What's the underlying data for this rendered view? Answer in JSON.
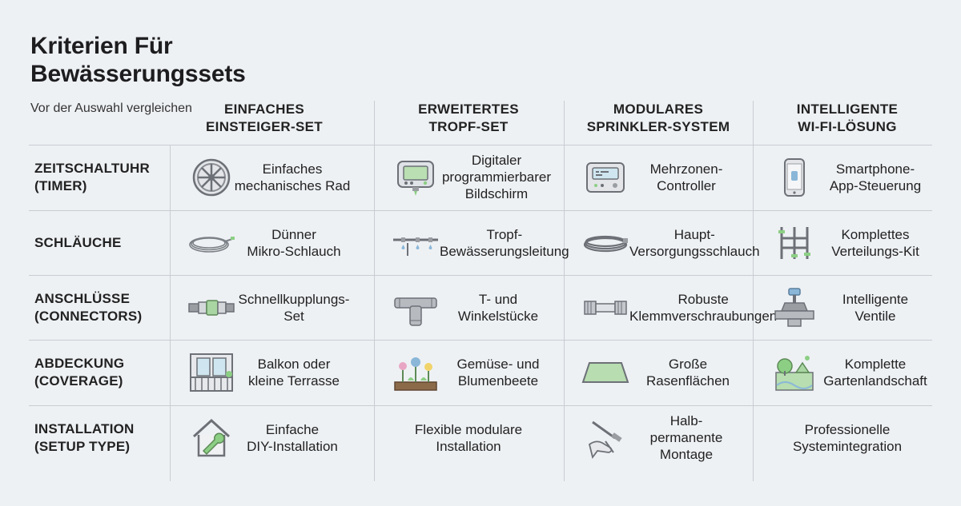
{
  "title": [
    "Kriterien Für",
    "Bewässerungssets"
  ],
  "subtitle": "Vor der Auswahl vergleichen",
  "columns": [
    {
      "lines": [
        "EINFACHES",
        "EINSTEIGER-SET"
      ]
    },
    {
      "lines": [
        "ERWEITERTES",
        "TROPF-SET"
      ]
    },
    {
      "lines": [
        "MODULARES",
        "SPRINKLER-SYSTEM"
      ]
    },
    {
      "lines": [
        "INTELLIGENTE",
        "WI-FI-LÖSUNG"
      ]
    }
  ],
  "rows": [
    {
      "label": [
        "ZEITSCHALTUHR",
        "(TIMER)"
      ],
      "cells": [
        {
          "icon": "mechanical-wheel-icon",
          "lines": [
            "Einfaches",
            "mechanisches Rad"
          ]
        },
        {
          "icon": "digital-timer-icon",
          "lines": [
            "Digitaler",
            "programmierbarer",
            "Bildschirm"
          ]
        },
        {
          "icon": "multizone-controller-icon",
          "lines": [
            "Mehrzonen-",
            "Controller"
          ]
        },
        {
          "icon": "smartphone-icon",
          "lines": [
            "Smartphone-",
            "App-Steuerung"
          ]
        }
      ]
    },
    {
      "label": [
        "SCHLÄUCHE"
      ],
      "cells": [
        {
          "icon": "coiled-micro-hose-icon",
          "lines": [
            "Dünner",
            "Mikro-Schlauch"
          ]
        },
        {
          "icon": "drip-line-icon",
          "lines": [
            "Tropf-",
            "Bewässerungsleitung"
          ]
        },
        {
          "icon": "main-hose-icon",
          "lines": [
            "Haupt-",
            "Versorgungsschlauch"
          ]
        },
        {
          "icon": "distribution-kit-icon",
          "lines": [
            "Komplettes",
            "Verteilungs-Kit"
          ]
        }
      ]
    },
    {
      "label": [
        "ANSCHLÜSSE",
        "(CONNECTORS)"
      ],
      "cells": [
        {
          "icon": "quick-coupling-icon",
          "lines": [
            "Schnellkupplungs-",
            "Set"
          ]
        },
        {
          "icon": "t-fitting-icon",
          "lines": [
            "T- und",
            "Winkelstücke"
          ]
        },
        {
          "icon": "compression-fitting-icon",
          "lines": [
            "Robuste",
            "Klemmverschraubungen"
          ]
        },
        {
          "icon": "smart-valve-icon",
          "lines": [
            "Intelligente",
            "Ventile"
          ]
        }
      ]
    },
    {
      "label": [
        "ABDECKUNG",
        "(COVERAGE)"
      ],
      "cells": [
        {
          "icon": "balcony-icon",
          "lines": [
            "Balkon oder",
            "kleine Terrasse"
          ]
        },
        {
          "icon": "flower-bed-icon",
          "lines": [
            "Gemüse- und",
            "Blumenbeete"
          ]
        },
        {
          "icon": "lawn-area-icon",
          "lines": [
            "Große",
            "Rasenflächen"
          ]
        },
        {
          "icon": "garden-landscape-icon",
          "lines": [
            "Komplette",
            "Gartenlandschaft"
          ]
        }
      ]
    },
    {
      "label": [
        "INSTALLATION",
        "(SETUP TYPE)"
      ],
      "cells": [
        {
          "icon": "diy-house-wrench-icon",
          "lines": [
            "Einfache",
            "DIY-Installation"
          ]
        },
        {
          "icon": "",
          "lines": [
            "Flexible modulare",
            "Installation"
          ]
        },
        {
          "icon": "hand-tool-icon",
          "lines": [
            "Halb-",
            "permanente",
            "Montage"
          ]
        },
        {
          "icon": "",
          "lines": [
            "Professionelle",
            "Systemintegration"
          ]
        }
      ]
    }
  ],
  "colors": {
    "background": "#eef1f4",
    "gridline": "#c9cdd2",
    "accent_green": "#a8d5a2",
    "icon_gray": "#9a9ea3"
  }
}
